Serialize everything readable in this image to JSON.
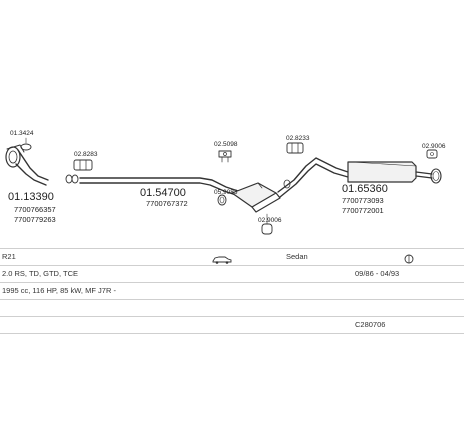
{
  "parts": {
    "p_01_3424": "01.3424",
    "p_01_13390": "01.13390",
    "p_7700766357": "7700766357",
    "p_7700779263": "7700779263",
    "p_02_8283": "02.8283",
    "p_01_54700": "01.54700",
    "p_7700767372": "7700767372",
    "p_02_5098": "02.5098",
    "p_05_9083": "05.9083",
    "p_02_9006": "02.9006",
    "p_02_8233": "02.8233",
    "p_01_65360": "01.65360",
    "p_7700773093": "7700773093",
    "p_7700772001": "7700772001",
    "p_02_9006b": "02.9006"
  },
  "info": {
    "make": "R21",
    "body_type": "Sedan",
    "engine_codes": "2.0 RS, TD, GTD, TCE",
    "production": "09/86 - 04/93",
    "spec": "1995 cc, 116 HP, 85 kW, MF J7R -",
    "catalog_no": "C280706"
  }
}
